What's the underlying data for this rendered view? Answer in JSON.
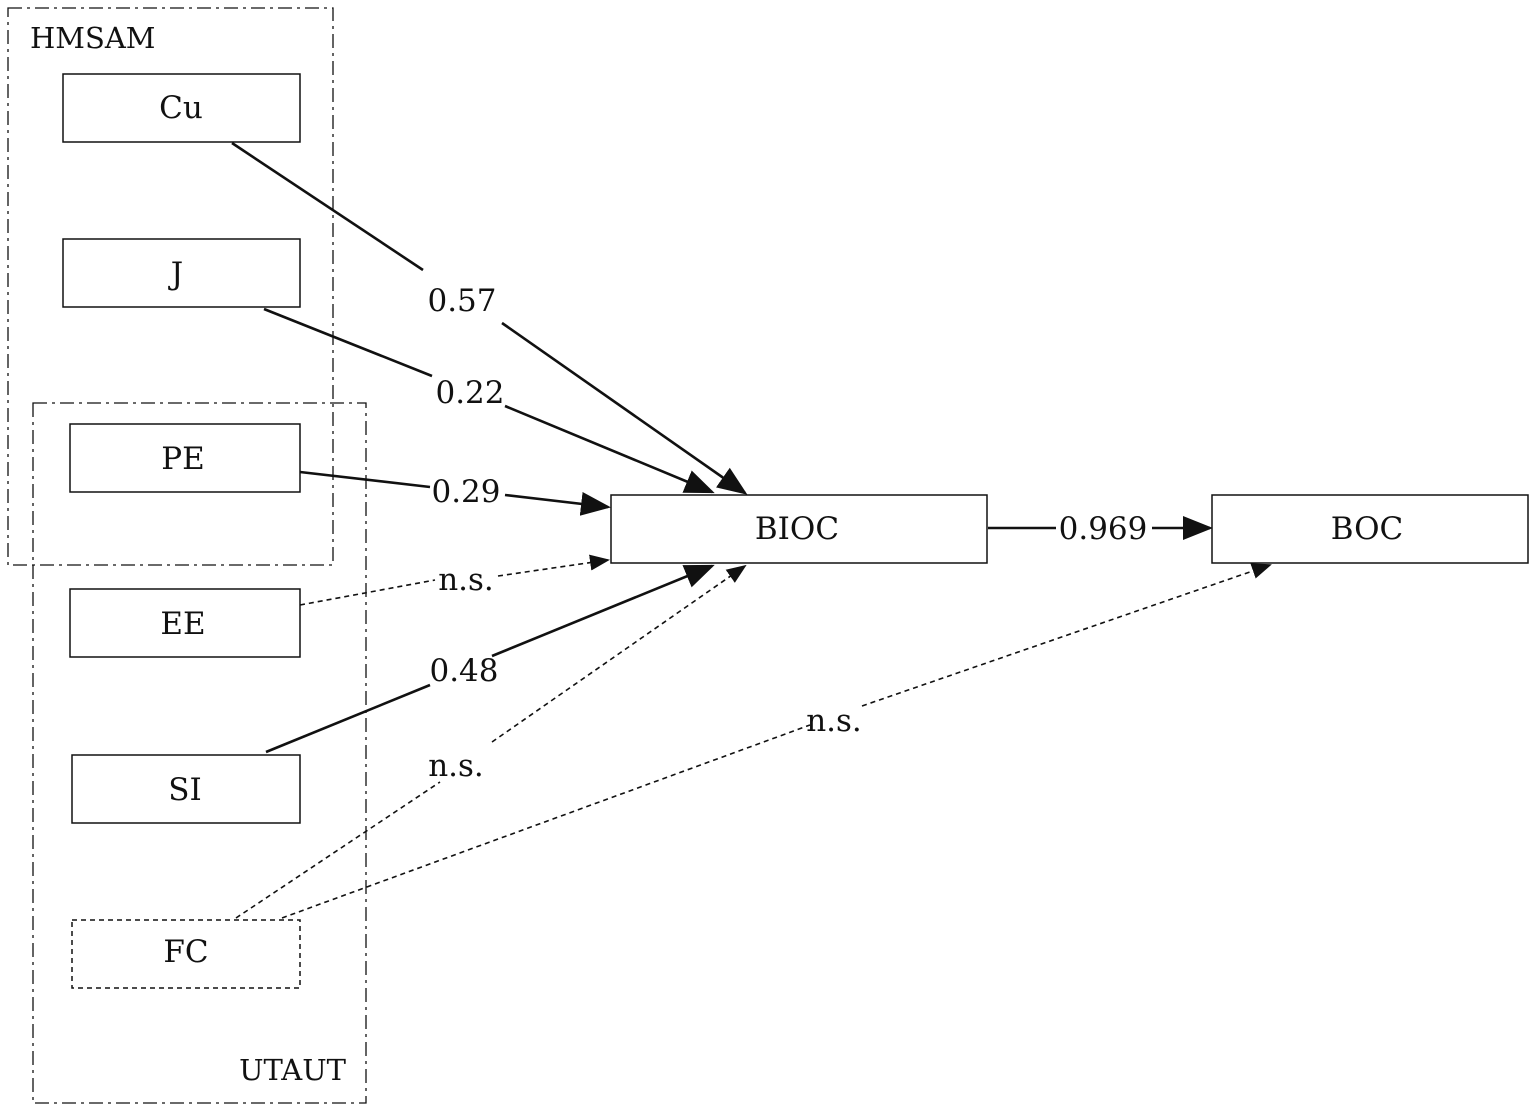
{
  "groups": {
    "hmsam": {
      "label": "HMSAM"
    },
    "utaut": {
      "label": "UTAUT"
    }
  },
  "nodes": {
    "cu": {
      "label": "Cu"
    },
    "j": {
      "label": "J"
    },
    "pe": {
      "label": "PE"
    },
    "ee": {
      "label": "EE"
    },
    "si": {
      "label": "SI"
    },
    "fc": {
      "label": "FC"
    },
    "bioc": {
      "label": "BIOC"
    },
    "boc": {
      "label": "BOC"
    }
  },
  "paths": {
    "cu_bioc": {
      "label": "0.57",
      "style": "solid"
    },
    "j_bioc": {
      "label": "0.22",
      "style": "solid"
    },
    "pe_bioc": {
      "label": "0.29",
      "style": "solid"
    },
    "ee_bioc": {
      "label": "n.s.",
      "style": "dashed"
    },
    "si_bioc": {
      "label": "0.48",
      "style": "solid"
    },
    "fc_bioc": {
      "label": "n.s.",
      "style": "dashed"
    },
    "fc_boc": {
      "label": "n.s.",
      "style": "dashed"
    },
    "bioc_boc": {
      "label": "0.969",
      "style": "solid"
    }
  },
  "colors": {
    "stroke": "#111111",
    "background": "#ffffff"
  }
}
